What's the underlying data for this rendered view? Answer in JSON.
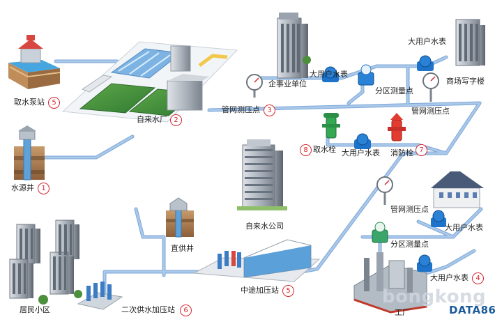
{
  "nodes": {
    "pump_station": {
      "label": "取水泵站",
      "num": "5"
    },
    "water_plant": {
      "label": "自来水厂",
      "num": "2"
    },
    "source_well": {
      "label": "水源井",
      "num": "1"
    },
    "pressure_point_3": {
      "label": "管网测压点",
      "num": "3"
    },
    "enterprise": {
      "label": "企事业单位"
    },
    "big_meter_enterprise": {
      "label": "大用户水表"
    },
    "zone_meter_top": {
      "label": "分区测量点"
    },
    "big_meter_commercial": {
      "label": "大用户水表"
    },
    "commercial_building": {
      "label": "商场写字楼"
    },
    "pressure_point_right": {
      "label": "管网测压点"
    },
    "hydrant_intake": {
      "label": "取水栓",
      "num": "8"
    },
    "big_meter_middle": {
      "label": "大用户水表"
    },
    "fire_hydrant": {
      "label": "消防栓",
      "num": "7"
    },
    "water_company": {
      "label": "自来水公司"
    },
    "direct_well": {
      "label": "直供井"
    },
    "pressure_point_lower": {
      "label": "管网测压点"
    },
    "big_meter_villa": {
      "label": "大用户水表"
    },
    "zone_meter_bottom": {
      "label": "分区测量点"
    },
    "residential": {
      "label": "居民小区"
    },
    "secondary_booster": {
      "label": "二次供水加压站",
      "num": "6"
    },
    "mid_booster": {
      "label": "中途加压站",
      "num": "5"
    },
    "big_meter_factory": {
      "label": "大用户水表",
      "num": "4"
    },
    "factory": {
      "label": "工厂"
    }
  },
  "watermark": {
    "brand": "bongkong",
    "sub": "DATA86"
  },
  "colors": {
    "pipe": "#a9c8ea",
    "pipe_edge": "#7ea7d6",
    "badge": "#d7262e",
    "meter": "#1d73c9"
  }
}
